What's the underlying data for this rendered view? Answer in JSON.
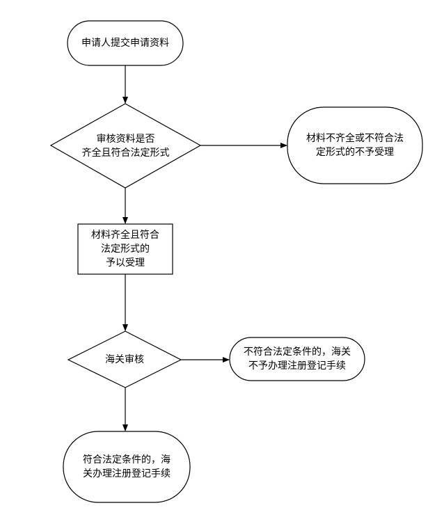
{
  "nodes": {
    "submit": "申请人提交申请资料",
    "review_decision": "审核资料是否\n齐全且符合法定形式",
    "reject_materials": "材料不齐全或不符合法\n定形式的不予受理",
    "accept": "材料齐全且符合\n法定形式的\n予以受理",
    "customs_review": "海关审核",
    "customs_reject": "不符合法定条件的，海关\n不予办理注册登记手续",
    "customs_approve": "符合法定条件的，海\n关办理注册登记手续"
  }
}
